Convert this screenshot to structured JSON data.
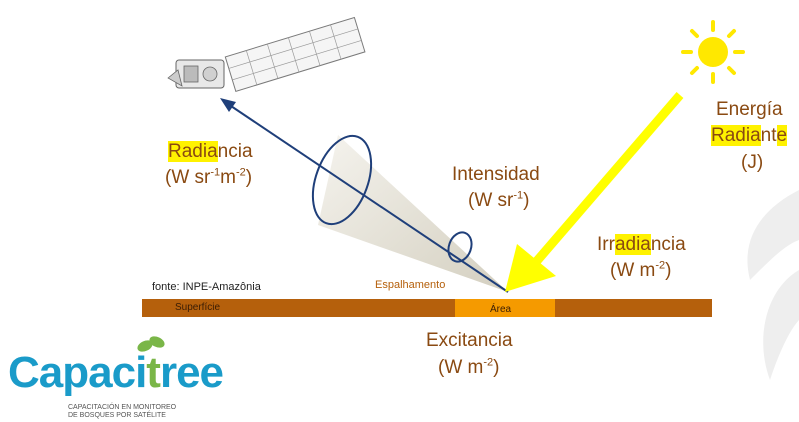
{
  "labels": {
    "radiancia_hl": "Radia",
    "radiancia_rest": "ncia",
    "radiancia_units_a": "(W sr",
    "radiancia_exp1": "-1",
    "radiancia_units_b": "m",
    "radiancia_exp2": "-2",
    "radiancia_units_c": ")",
    "intensidad": "Intensidad",
    "intensidad_units_a": "(W sr",
    "intensidad_exp": "-1",
    "intensidad_units_b": ")",
    "energia": "Energía",
    "radiante_hl": "Radia",
    "radiante_mid": "nt",
    "radiante_hl2": "e",
    "energia_units": "(J)",
    "irradiancia_pre": "Irr",
    "irradiancia_hl": "adia",
    "irradiancia_rest": "ncia",
    "irradiancia_units_a": "(W m",
    "irradiancia_exp": "-2",
    "irradiancia_units_b": ")",
    "excitancia": "Excitancia",
    "excitancia_units_a": "(W m",
    "excitancia_exp": "-2",
    "excitancia_units_b": ")",
    "fonte": "fonte: INPE-Amazônia",
    "espalhamento": "Espalhamento",
    "superficie": "Superfície",
    "area": "Área"
  },
  "logo": {
    "brand_a": "Capaci",
    "brand_b": "ree",
    "sub1": "CAPACITACIÓN EN MONITOREO",
    "sub2": "DE BOSQUES POR SATÉLITE"
  },
  "colors": {
    "sun": "#ffe800",
    "ray": "#ffff00",
    "beam": "#1f3f7a",
    "label": "#8a4a12",
    "surface": "#b5600c",
    "area": "#f59a00",
    "logo_blue": "#1a9bc9",
    "logo_green": "#7ab648"
  },
  "icons": [
    "satellite-icon",
    "sun-icon",
    "leaf-decoration"
  ]
}
